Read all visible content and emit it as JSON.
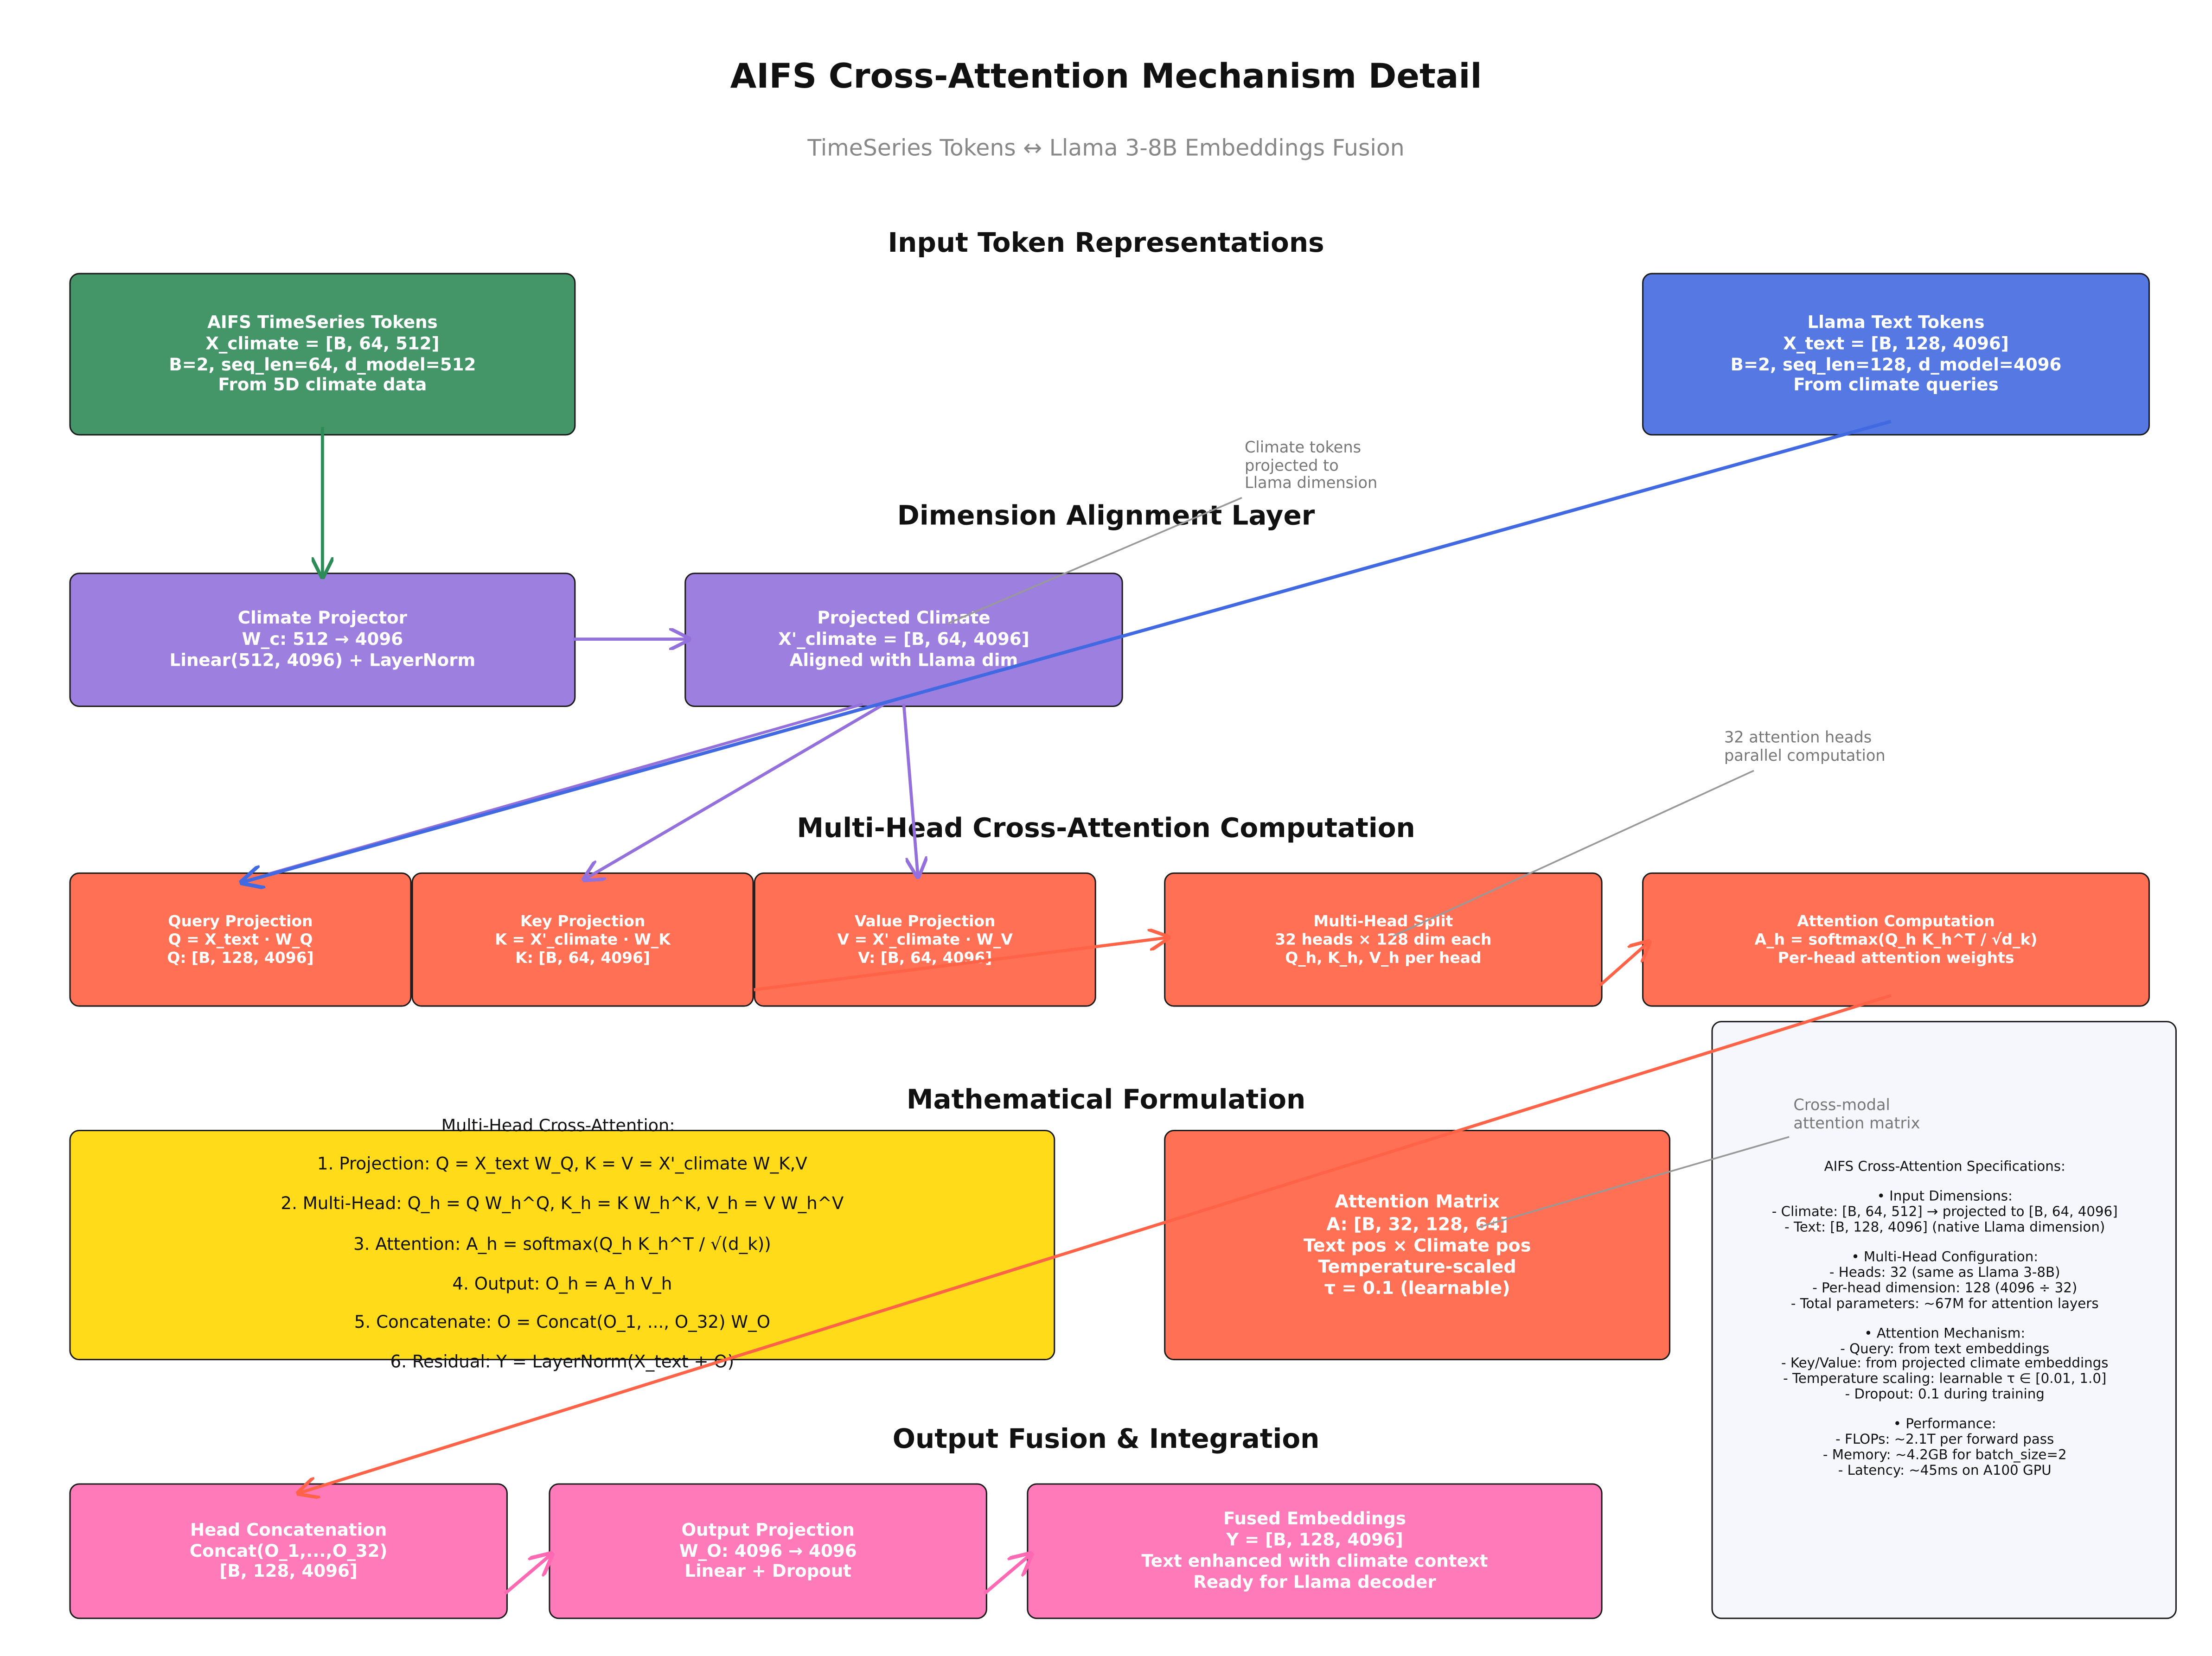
{
  "title": "AIFS Cross-Attention Mechanism Detail",
  "subtitle": "TimeSeries Tokens ↔ Llama 3-8B Embeddings Fusion",
  "sections": {
    "input": "Input Token Representations",
    "alignment": "Dimension Alignment Layer",
    "attention": "Multi-Head Cross-Attention Computation",
    "math": "Mathematical Formulation",
    "output": "Output Fusion & Integration"
  },
  "boxes": {
    "timeseries_tokens": [
      "AIFS TimeSeries Tokens",
      "X_climate = [B, 64, 512]",
      "B=2, seq_len=64, d_model=512",
      "From 5D climate data"
    ],
    "llama_tokens": [
      "Llama Text Tokens",
      "X_text = [B, 128, 4096]",
      "B=2, seq_len=128, d_model=4096",
      "From climate queries"
    ],
    "climate_projector": [
      "Climate Projector",
      "W_c: 512 → 4096",
      "Linear(512, 4096) + LayerNorm"
    ],
    "projected_climate": [
      "Projected Climate",
      "X'_climate = [B, 64, 4096]",
      "Aligned with Llama dim"
    ],
    "query_projection": [
      "Query Projection",
      "Q = X_text · W_Q",
      "Q: [B, 128, 4096]"
    ],
    "key_projection": [
      "Key Projection",
      "K = X'_climate · W_K",
      "K: [B, 64, 4096]"
    ],
    "value_projection": [
      "Value Projection",
      "V = X'_climate · W_V",
      "V: [B, 64, 4096]"
    ],
    "multihead_split": [
      "Multi-Head Split",
      "32 heads × 128 dim each",
      "Q_h, K_h, V_h per head"
    ],
    "attention_computation": [
      "Attention Computation",
      "A_h = softmax(Q_h K_h^T / √d_k)",
      "Per-head attention weights"
    ],
    "attention_matrix": [
      "Attention Matrix",
      "A: [B, 32, 128, 64]",
      "Text pos × Climate pos",
      "Temperature-scaled",
      "τ = 0.1 (learnable)"
    ],
    "head_concatenation": [
      "Head Concatenation",
      "Concat(O_1,...,O_32)",
      "[B, 128, 4096]"
    ],
    "output_projection": [
      "Output Projection",
      "W_O: 4096 → 4096",
      "Linear + Dropout"
    ],
    "fused_embeddings": [
      "Fused Embeddings",
      "Y = [B, 128, 4096]",
      "Text enhanced with climate context",
      "Ready for Llama decoder"
    ]
  },
  "formulation": {
    "heading": "Multi-Head Cross-Attention:",
    "lines": [
      "1. Projection: Q = X_text W_Q,  K = V = X'_climate W_K,V",
      "2. Multi-Head: Q_h = Q W_h^Q,  K_h = K W_h^K,  V_h = V W_h^V",
      "3. Attention: A_h = softmax(Q_h K_h^T / √(d_k))",
      "4. Output: O_h = A_h V_h",
      "5. Concatenate: O = Concat(O_1, ..., O_32) W_O",
      "6. Residual: Y = LayerNorm(X_text + O)"
    ]
  },
  "annotations": {
    "climate_tokens": [
      "Climate tokens",
      "projected to",
      "Llama dimension"
    ],
    "attention_heads": [
      "32 attention heads",
      "parallel computation"
    ],
    "cross_modal": [
      "Cross-modal",
      "attention matrix"
    ]
  },
  "specs": [
    "AIFS Cross-Attention Specifications:",
    "",
    "• Input Dimensions:",
    "- Climate: [B, 64, 512] → projected to [B, 64, 4096]",
    "- Text: [B, 128, 4096] (native Llama dimension)",
    "",
    "• Multi-Head Configuration:",
    "- Heads: 32 (same as Llama 3-8B)",
    "- Per-head dimension: 128 (4096 ÷ 32)",
    "- Total parameters: ~67M for attention layers",
    "",
    "• Attention Mechanism:",
    "- Query: from text embeddings",
    "- Key/Value: from projected climate embeddings",
    "- Temperature scaling: learnable τ ∈ [0.01, 1.0]",
    "- Dropout: 0.1 during training",
    "",
    "• Performance:",
    "- FLOPs: ~2.1T per forward pass",
    "- Memory: ~4.2GB for batch_size=2",
    "- Latency: ~45ms on A100 GPU"
  ],
  "colors": {
    "timeseries": "#449669",
    "llama": "#5578e2",
    "alignment": "#9d7fdf",
    "attention": "#ff7055",
    "formulation": "#ffdb1a",
    "output": "#ff7ab9",
    "specs_panel": "#f6f7fc",
    "arrow_green": "#2e8b57",
    "arrow_blue": "#4169e1",
    "arrow_purple": "#9370db",
    "arrow_coral": "#ff6347",
    "arrow_pink": "#ff69b4"
  }
}
